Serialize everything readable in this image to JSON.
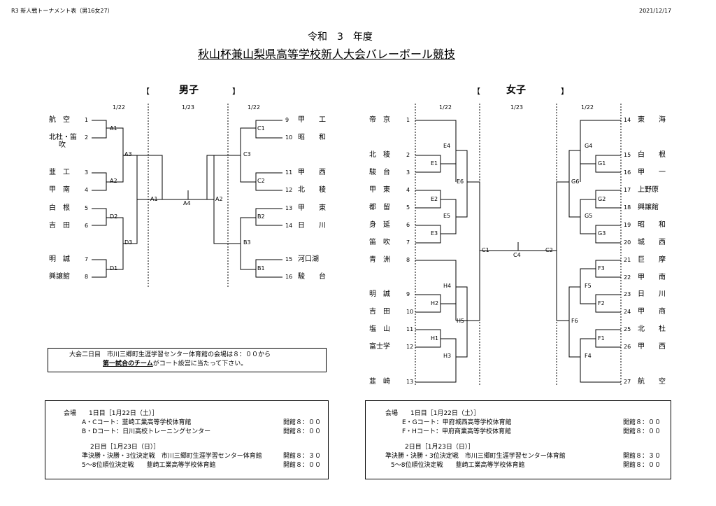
{
  "header": {
    "doc_code": "R3 新人戦トーナメント表（男16女27）",
    "date": "2021/12/17",
    "title_line1": "令和　3　年度",
    "title_line2": "秋山杯兼山梨県高等学校新人大会バレーボール競技"
  },
  "men": {
    "heading": "男子",
    "bracket_open": "【",
    "bracket_close": "】",
    "dates": [
      "1/22",
      "1/23",
      "1/22"
    ],
    "left_teams": [
      {
        "name": "航　空",
        "num": "1"
      },
      {
        "name": "北杜・笛",
        "num": "2",
        "name2": "吹"
      },
      {
        "name": "韮　工",
        "num": "3"
      },
      {
        "name": "甲　南",
        "num": "4"
      },
      {
        "name": "白　根",
        "num": "5"
      },
      {
        "name": "吉　田",
        "num": "6"
      },
      {
        "name": "明　誠",
        "num": "7"
      },
      {
        "name": "興譲館",
        "num": "8"
      }
    ],
    "right_teams": [
      {
        "num": "9",
        "name": "甲　　工"
      },
      {
        "num": "10",
        "name": "昭　　和"
      },
      {
        "num": "11",
        "name": "甲　　西"
      },
      {
        "num": "12",
        "name": "北　　稜"
      },
      {
        "num": "13",
        "name": "甲　　東"
      },
      {
        "num": "14",
        "name": "日　　川"
      },
      {
        "num": "15",
        "name": "河口湖"
      },
      {
        "num": "16",
        "name": "駿　　台"
      }
    ],
    "matches": [
      "A1",
      "A2",
      "A3",
      "D2",
      "D3",
      "D1",
      "A1",
      "A4",
      "A2",
      "C1",
      "C3",
      "C2",
      "B2",
      "B3",
      "B1"
    ]
  },
  "women": {
    "heading": "女子",
    "bracket_open": "【",
    "bracket_close": "】",
    "dates": [
      "1/22",
      "1/23",
      "1/22"
    ],
    "left_teams": [
      {
        "name": "帝　京",
        "num": "1"
      },
      {
        "name": "北　稜",
        "num": "2"
      },
      {
        "name": "駿　台",
        "num": "3"
      },
      {
        "name": "甲　東",
        "num": "4"
      },
      {
        "name": "都　留",
        "num": "5"
      },
      {
        "name": "身　延",
        "num": "6"
      },
      {
        "name": "笛　吹",
        "num": "7"
      },
      {
        "name": "青　洲",
        "num": "8"
      },
      {
        "name": "明　誠",
        "num": "9"
      },
      {
        "name": "吉　田",
        "num": "10"
      },
      {
        "name": "塩　山",
        "num": "11"
      },
      {
        "name": "富士学",
        "num": "12"
      },
      {
        "name": "韮　崎",
        "num": "13"
      }
    ],
    "right_teams": [
      {
        "num": "14",
        "name": "東　　海"
      },
      {
        "num": "15",
        "name": "白　　根"
      },
      {
        "num": "16",
        "name": "甲　　一"
      },
      {
        "num": "17",
        "name": "上野原"
      },
      {
        "num": "18",
        "name": "興譲館"
      },
      {
        "num": "19",
        "name": "昭　　和"
      },
      {
        "num": "20",
        "name": "城　　西"
      },
      {
        "num": "21",
        "name": "巨　　摩"
      },
      {
        "num": "22",
        "name": "甲　　南"
      },
      {
        "num": "23",
        "name": "日　　川"
      },
      {
        "num": "24",
        "name": "甲　　商"
      },
      {
        "num": "25",
        "name": "北　　杜"
      },
      {
        "num": "26",
        "name": "甲　　西"
      },
      {
        "num": "27",
        "name": "航　　空"
      }
    ],
    "matches": [
      "E4",
      "E1",
      "E6",
      "E2",
      "E5",
      "E3",
      "C1",
      "H4",
      "H2",
      "H5",
      "H1",
      "H3",
      "C4",
      "C2",
      "G4",
      "G1",
      "G6",
      "G2",
      "G5",
      "G3",
      "F3",
      "F5",
      "F2",
      "F6",
      "F1",
      "F4"
    ]
  },
  "notice": {
    "line1": "大会二日目　市川三郷町生涯学習センター体育館の会場は８：００から",
    "line2_em": "第一試合のチーム",
    "line2_rest": "がコート設営に当たって下さい。"
  },
  "venue_men": {
    "day1": "会場　　1日目［1月22日（土）］",
    "court1": "A・Cコート：韮崎工業高等学校体育館",
    "court1_time": "開館８：００",
    "court2": "B・Dコート：日川高校トレーニングセンター",
    "court2_time": "開館８：００",
    "day2": "2日目［1月23日（日）］",
    "final1": "準決勝・決勝・3位決定戦　市川三郷町生涯学習センター体育館",
    "final1_time": "開館８：３０",
    "final2": "5～8位順位決定戦　　韮崎工業高等学校体育館",
    "final2_time": "開館８：００"
  },
  "venue_women": {
    "day1": "会場　　1日目［1月22日（土）］",
    "court1": "E・Gコート：甲府城西高等学校体育館",
    "court1_time": "開館８：００",
    "court2": "F・Hコート：甲府商業高等学校体育館",
    "court2_time": "開館８：００",
    "day2": "2日目［1月23日（日）］",
    "final1": "準決勝・決勝・3位決定戦　市川三郷町生涯学習センター体育館",
    "final1_time": "開館８：３０",
    "final2": "5～8位順位決定戦　　韮崎工業高等学校体育館",
    "final2_time": "開館８：００"
  }
}
